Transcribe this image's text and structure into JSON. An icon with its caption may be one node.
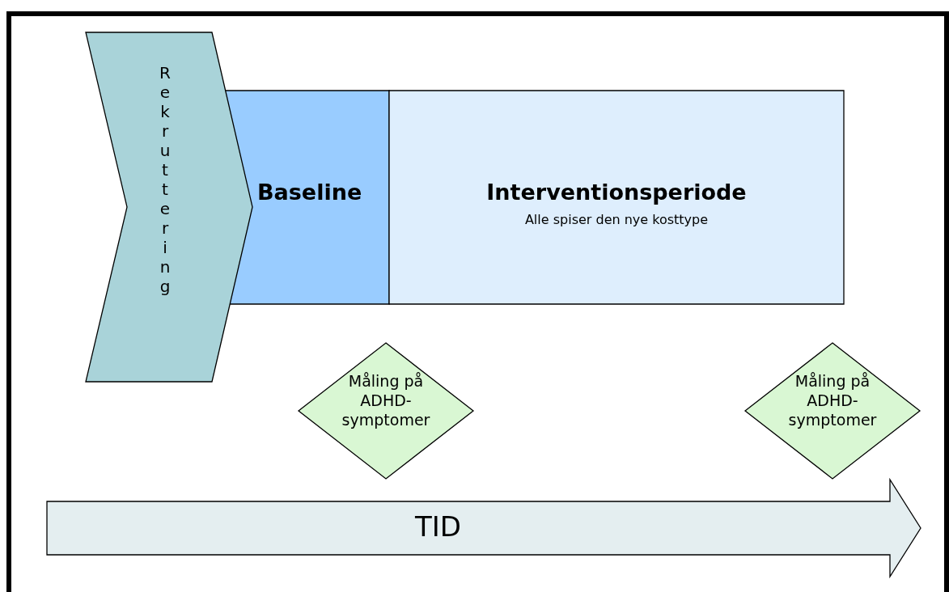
{
  "diagram": {
    "nodes": [
      {
        "text": [
          "Rekruttering"
        ]
      },
      {
        "text": [
          "Baseline"
        ]
      },
      {
        "text": [
          "Interventionsperiode",
          "Alle spiser den nye kosttype"
        ]
      },
      {
        "text": [
          "Måling på ADHD-symptomer"
        ]
      },
      {
        "text": [
          "Måling på ADHD-symptomer"
        ]
      },
      {
        "text": [
          "TID"
        ]
      }
    ]
  }
}
